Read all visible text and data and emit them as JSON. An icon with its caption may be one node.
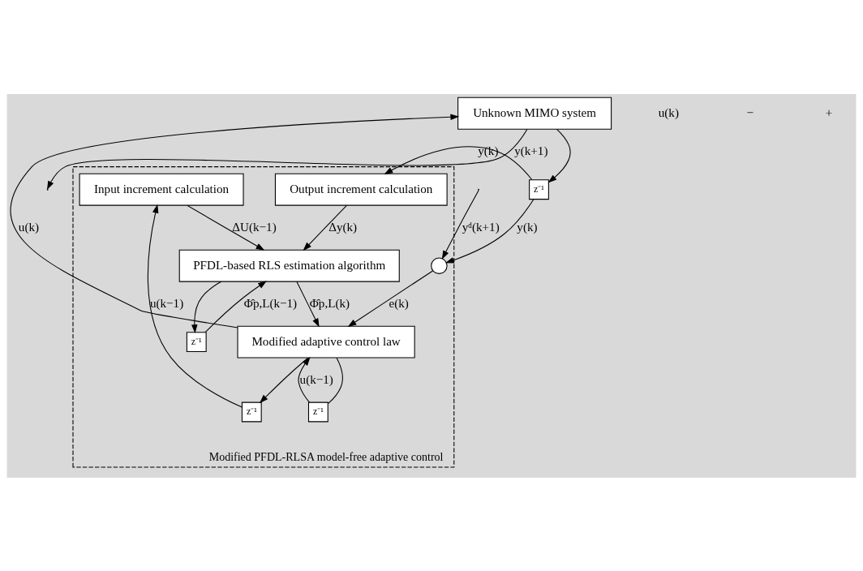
{
  "diagram": {
    "nodes": [
      {
        "text": [
          "Unknown MIMO system"
        ]
      },
      {
        "text": [
          "z⁻¹"
        ]
      },
      {
        "text": [
          "Modified PFDL-RLSA model-free adaptive control"
        ]
      },
      {
        "text": [
          "Input increment calculation"
        ],
        "in": 2
      },
      {
        "text": [
          "PFDL-based RLS estimation algorithm"
        ],
        "in": 2
      },
      {
        "text": [
          "Output increment calculation"
        ],
        "in": 2
      },
      {
        "text": [
          "z⁻¹"
        ],
        "in": 2
      },
      {
        "text": [
          "z⁻¹"
        ],
        "in": 2
      },
      {
        "text": [
          "Modified adaptive control law"
        ],
        "in": 2
      },
      {
        "text": [],
        "shape": "circle",
        "in": 2
      },
      {
        "text": [
          "z⁻¹"
        ],
        "in": 2
      }
    ],
    "edges": [
      {
        "from": 8,
        "to": 0,
        "arrow": "to",
        "label": "u(k)"
      },
      {
        "from": 0,
        "to": null,
        "arrow": "to",
        "label": "y(k+1)"
      },
      {
        "from": 0,
        "to": 1,
        "arrow": "to"
      },
      {
        "from": 1,
        "to": 5,
        "arrow": "to",
        "label": "y(k)"
      },
      {
        "from": 1,
        "to": 9,
        "arrow": "to",
        "label": "y(k)"
      },
      {
        "from": 8,
        "to": 6,
        "arrow": "to"
      },
      {
        "from": 8,
        "to": 10,
        "arrow": "none"
      },
      {
        "from": 6,
        "to": 3,
        "arrow": "to",
        "label": "u(k−1)"
      },
      {
        "from": 3,
        "to": 4,
        "arrow": "to",
        "label": "ΔU(k−1)"
      },
      {
        "from": 5,
        "to": 4,
        "arrow": "to",
        "label": "Δy(k)"
      },
      {
        "from": 4,
        "to": 8,
        "arrow": "to",
        "label": "Φ̂p,L(k)"
      },
      {
        "from": 4,
        "to": 7,
        "arrow": "to"
      },
      {
        "from": 7,
        "to": 4,
        "arrow": "to",
        "label": "Φ̂p,L(k−1)"
      },
      {
        "from": 9,
        "to": 8,
        "arrow": "to",
        "label": "e(k)"
      },
      {
        "from": null,
        "to": 9,
        "arrow": "to",
        "label": "yᵈ(k+1)"
      },
      {
        "from": 10,
        "to": 8,
        "arrow": "to",
        "label": "u(k−1)"
      }
    ],
    "labels": [
      "u(k)",
      "−",
      "+"
    ]
  }
}
